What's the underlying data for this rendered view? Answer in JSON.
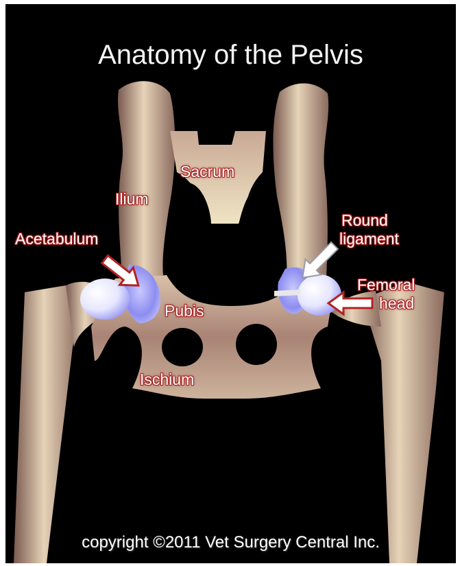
{
  "title": "Anatomy of the Pelvis",
  "labels": {
    "sacrum": "Sacrum",
    "ilium": "Ilium",
    "acetabulum": "Acetabulum",
    "round_ligament_1": "Round",
    "round_ligament_2": "ligament",
    "femoral_head_1": "Femoral",
    "femoral_head_2": "head",
    "pubis": "Pubis",
    "ischium": "Ischium"
  },
  "copyright": "copyright ©2011 Vet Surgery Central Inc.",
  "colors": {
    "background": "#000000",
    "bone": "#c9a894",
    "cartilage": "#8f8ff0",
    "label_outline": "#b22222"
  }
}
